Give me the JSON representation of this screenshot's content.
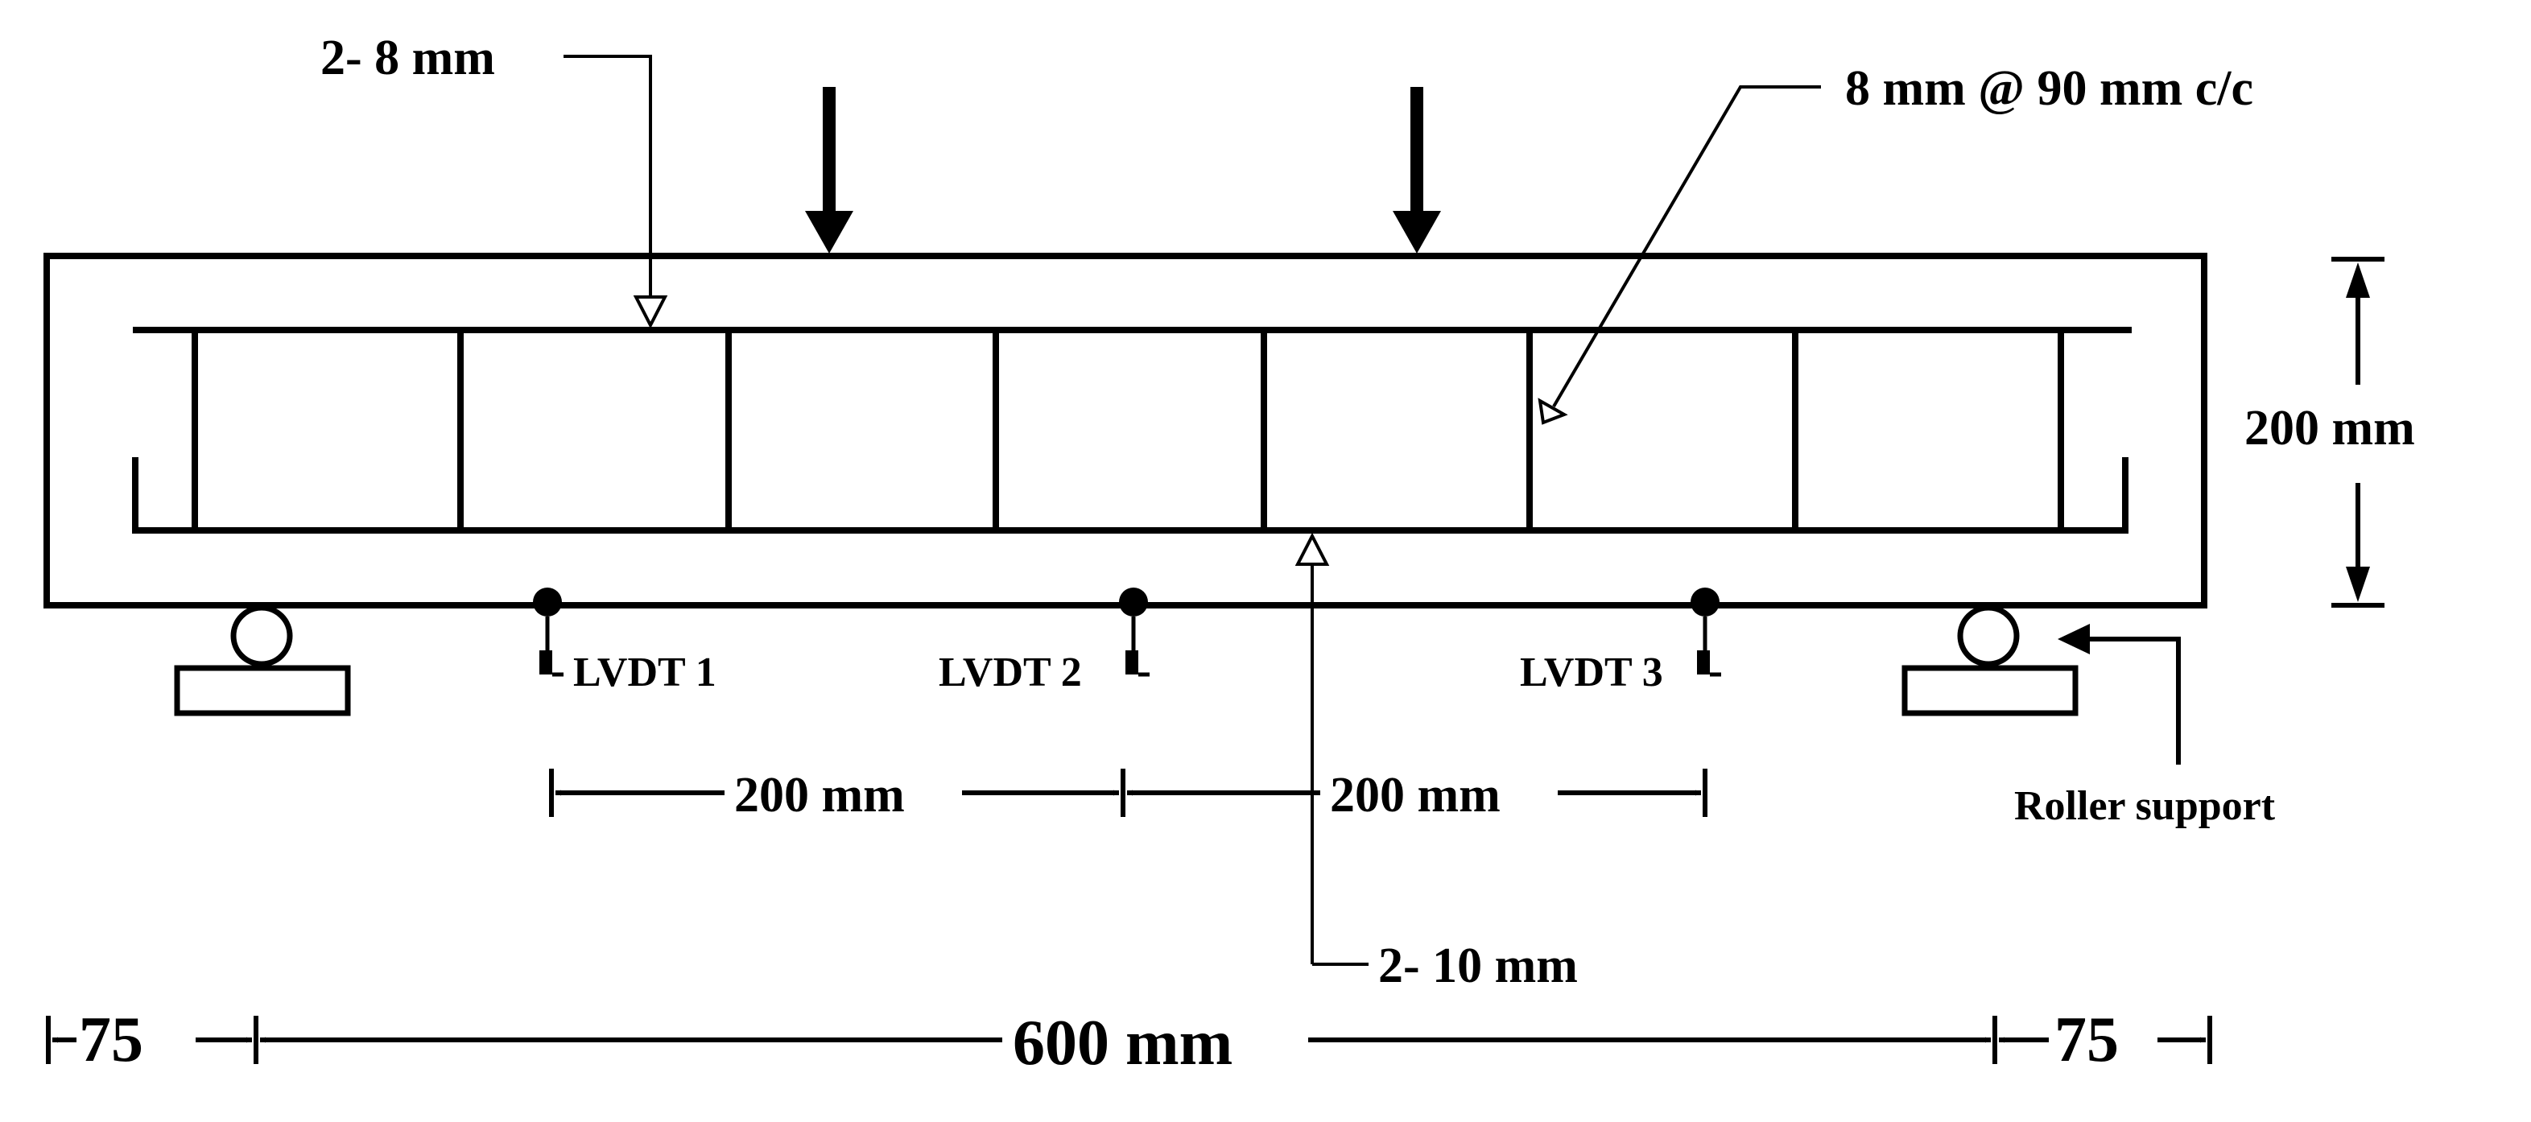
{
  "labels": {
    "top_bars": "2- 8 mm",
    "stirrups": "8 mm @ 90 mm c/c",
    "depth": "200 mm",
    "bottom_bars": "2- 10 mm",
    "lvdt1": "LVDT 1",
    "lvdt2": "LVDT 2",
    "lvdt3": "LVDT 3",
    "lvdt_spacing_1": "200 mm",
    "lvdt_spacing_2": "200 mm",
    "roller": "Roller support",
    "overhang_left": "75",
    "span": "600 mm",
    "overhang_right": "75"
  },
  "colors": {
    "ink": "#000000",
    "background": "#ffffff"
  }
}
